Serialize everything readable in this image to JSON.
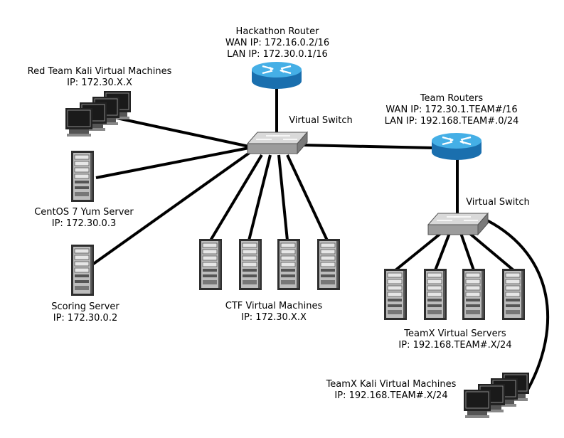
{
  "hackathon_router": {
    "name": "Hackathon Router",
    "wan_ip": "WAN IP: 172.16.0.2/16",
    "lan_ip": "LAN IP: 172.30.0.1/16"
  },
  "red_team": {
    "name": "Red Team Kali Virtual Machines",
    "ip": "IP: 172.30.X.X"
  },
  "main_switch": {
    "name": "Virtual Switch"
  },
  "team_routers": {
    "name": "Team Routers",
    "wan_ip": "WAN IP: 172.30.1.TEAM#/16",
    "lan_ip": "LAN IP: 192.168.TEAM#.0/24"
  },
  "yum_server": {
    "name": "CentOS 7 Yum Server",
    "ip": "IP: 172.30.0.3"
  },
  "scoring_server": {
    "name": "Scoring Server",
    "ip": "IP: 172.30.0.2"
  },
  "ctf_vms": {
    "name": "CTF Virtual Machines",
    "ip": "IP: 172.30.X.X"
  },
  "team_switch": {
    "name": "Virtual Switch"
  },
  "team_servers": {
    "name": "TeamX Virtual Servers",
    "ip": "IP: 192.168.TEAM#.X/24"
  },
  "team_kali": {
    "name": "TeamX Kali Virtual Machines",
    "ip": "IP: 192.168.TEAM#.X/24"
  },
  "colors": {
    "router_blue": "#1e7fc4",
    "router_top": "#49b3e8",
    "link": "#000000",
    "server_body": "#333333",
    "switch_grey": "#9a9a9a"
  }
}
